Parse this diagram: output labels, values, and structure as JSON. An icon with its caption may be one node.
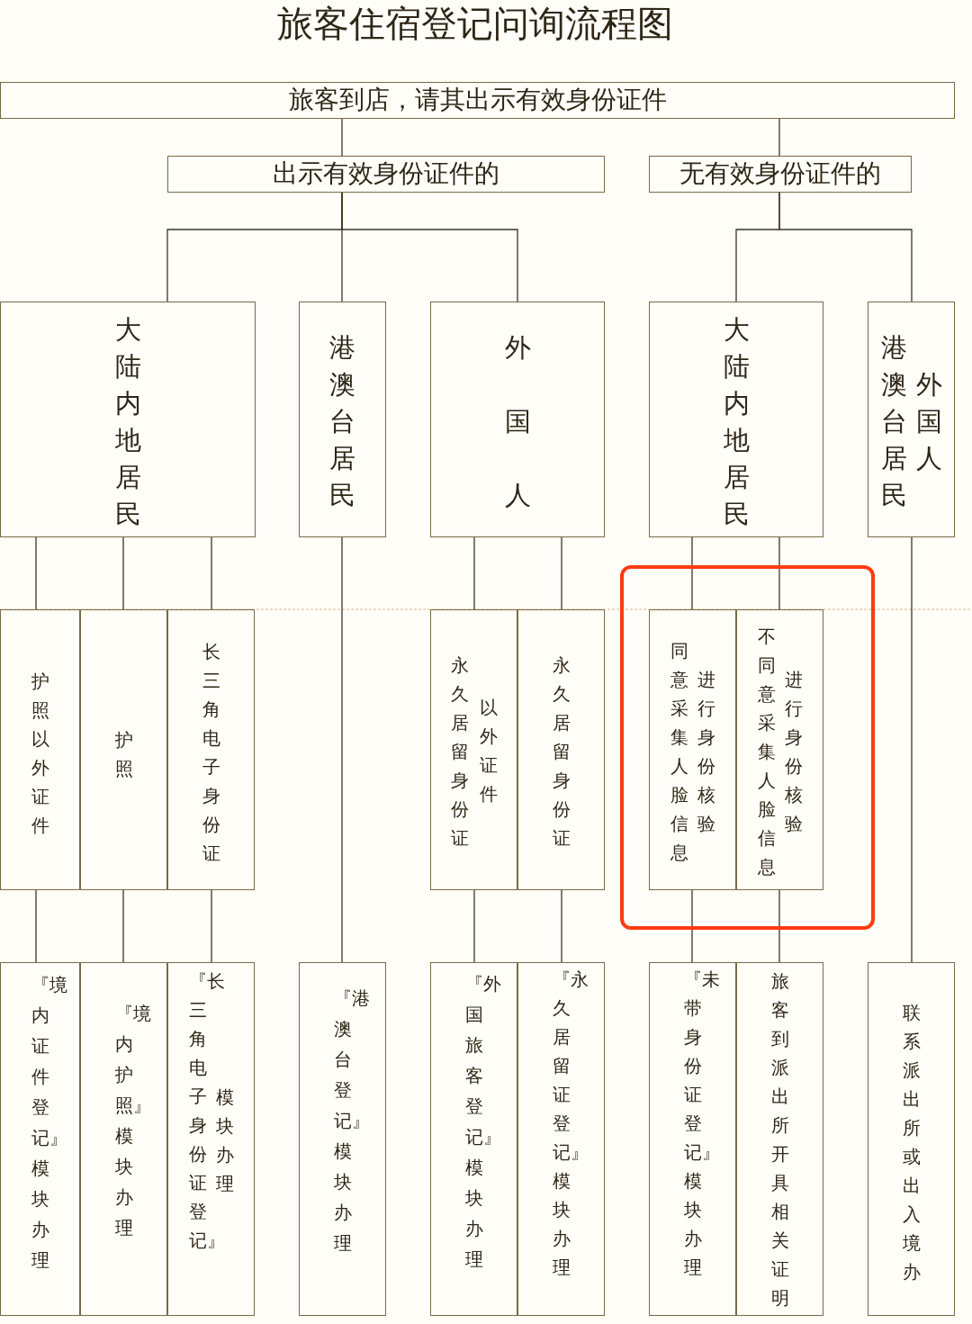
{
  "diagram": {
    "title": "旅客住宿登记问询流程图",
    "nodes": [
      {
        "text": [
          "旅客到店，请其出示有效身份证件"
        ]
      },
      {
        "text": [
          "出示有效身份证件的"
        ]
      },
      {
        "text": [
          "无有效身份证件的"
        ]
      },
      {
        "text": [
          "大陆内地居民"
        ]
      },
      {
        "text": [
          "港澳台居民"
        ]
      },
      {
        "text": [
          "外国人"
        ]
      },
      {
        "text": [
          "大陆内地居民"
        ]
      },
      {
        "text": [
          "港澳台居民",
          "外国人"
        ]
      },
      {
        "text": [
          "护照以外证件"
        ]
      },
      {
        "text": [
          "护照"
        ]
      },
      {
        "text": [
          "长三角电子身份证"
        ]
      },
      {
        "text": [
          "永久居留身份证",
          "以外证件"
        ]
      },
      {
        "text": [
          "永久居留身份证"
        ]
      },
      {
        "text": [
          "同意采集人脸信息",
          "进行身份核验"
        ]
      },
      {
        "text": [
          "不同意采集人脸信息",
          "进行身份核验"
        ]
      },
      {
        "text": [
          "『境内证件登记』模块办理"
        ]
      },
      {
        "text": [
          "『境内护照』模块办理"
        ]
      },
      {
        "text": [
          "『长三角电子身份证登记』",
          "模块办理"
        ]
      },
      {
        "text": [
          "『港澳台登记』模块办理"
        ]
      },
      {
        "text": [
          "『外国旅客登记』模块办理"
        ]
      },
      {
        "text": [
          "『永久居留证登记』模块办理"
        ]
      },
      {
        "text": [
          "『未带身份证登记』模块办理"
        ]
      },
      {
        "text": [
          "旅客到派出所开具相关证明"
        ]
      },
      {
        "text": [
          "联系派出所或出入境办"
        ]
      }
    ],
    "edges": [
      {
        "from": 0,
        "to": 1,
        "arrow": "none"
      },
      {
        "from": 0,
        "to": 2,
        "arrow": "none"
      },
      {
        "from": 1,
        "to": 3,
        "arrow": "none"
      },
      {
        "from": 1,
        "to": 4,
        "arrow": "none"
      },
      {
        "from": 1,
        "to": 5,
        "arrow": "none"
      },
      {
        "from": 2,
        "to": 6,
        "arrow": "none"
      },
      {
        "from": 2,
        "to": 7,
        "arrow": "none"
      },
      {
        "from": 3,
        "to": 8,
        "arrow": "none"
      },
      {
        "from": 3,
        "to": 9,
        "arrow": "none"
      },
      {
        "from": 3,
        "to": 10,
        "arrow": "none"
      },
      {
        "from": 4,
        "to": 18,
        "arrow": "none"
      },
      {
        "from": 5,
        "to": 11,
        "arrow": "none"
      },
      {
        "from": 5,
        "to": 12,
        "arrow": "none"
      },
      {
        "from": 6,
        "to": 13,
        "arrow": "none"
      },
      {
        "from": 6,
        "to": 14,
        "arrow": "none"
      },
      {
        "from": 7,
        "to": 23,
        "arrow": "none"
      },
      {
        "from": 8,
        "to": 15,
        "arrow": "none"
      },
      {
        "from": 9,
        "to": 16,
        "arrow": "none"
      },
      {
        "from": 10,
        "to": 17,
        "arrow": "none"
      },
      {
        "from": 11,
        "to": 19,
        "arrow": "none"
      },
      {
        "from": 12,
        "to": 20,
        "arrow": "none"
      },
      {
        "from": 13,
        "to": 21,
        "arrow": "none"
      },
      {
        "from": 14,
        "to": 22,
        "arrow": "none"
      }
    ]
  }
}
